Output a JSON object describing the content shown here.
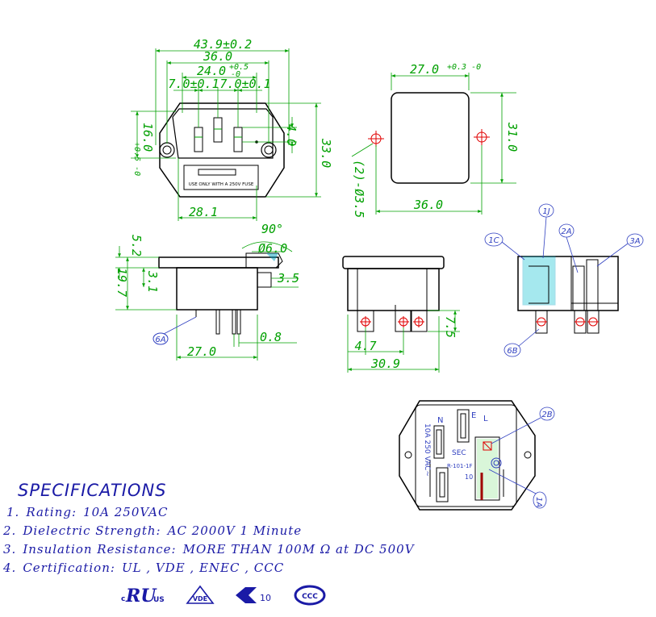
{
  "front_view": {
    "overall_width": "43.9±0.2",
    "mount_span": "36.0",
    "inlet_width": "24.0",
    "inlet_tol_upper": "+0.5",
    "inlet_tol_lower": "-0",
    "pin_pitch_left": "7.0±0.1",
    "pin_pitch_right": "7.0±0.1",
    "body_height": "33.0",
    "inlet_height": "16.0",
    "inlet_height_tol": "+0.5 -0",
    "pin_offset": "4.0",
    "lower_width": "28.1",
    "fuse_warning": "USE ONLY WITH A 250V FUSE"
  },
  "panel_cutout": {
    "cutout_width": "27.0",
    "cutout_tol": "+0.3 -0",
    "cutout_height": "31.0",
    "hole_spacing": "36.0",
    "hole_label": "(2)-Ø3.5"
  },
  "side_view": {
    "angle": "90°",
    "hole_dia": "Ø6.0",
    "flange": "5.2",
    "flange2": "3.1",
    "height": "19.7",
    "step": "3.5",
    "depth": "27.0",
    "pin_thickness": "0.8",
    "callout": "6A"
  },
  "rear_view": {
    "terminal_height": "7.5",
    "terminal_offset": "4.7",
    "overall_width": "30.9"
  },
  "section_view": {
    "callouts": [
      "1C",
      "1J",
      "2A",
      "3A",
      "6B"
    ]
  },
  "bottom_view": {
    "labels": {
      "neutral": "N",
      "earth": "E",
      "live": "L",
      "rating": "10A 250 VAC~",
      "model": "R-101-1F",
      "brand": "SEC",
      "enec_num": "10"
    },
    "callouts": [
      "2B",
      "1A"
    ]
  },
  "specifications": {
    "title": "SPECIFICATIONS",
    "items": [
      {
        "num": "1.",
        "label": "Rating:",
        "value": "10A 250VAC"
      },
      {
        "num": "2.",
        "label": "Dielectric Strength:",
        "value": "AC 2000V 1 Minute"
      },
      {
        "num": "3.",
        "label": "Insulation Resistance:",
        "value": "MORE THAN 100M Ω at DC 500V"
      },
      {
        "num": "4.",
        "label": "Certification:",
        "value": "UL , VDE , ENEC , CCC"
      }
    ]
  },
  "certifications": [
    {
      "icon": "ul-icon",
      "text": "US"
    },
    {
      "icon": "vde-icon",
      "text": "VDE"
    },
    {
      "icon": "enec-icon",
      "text": "10"
    },
    {
      "icon": "ccc-icon",
      "text": "CCC"
    }
  ],
  "colors": {
    "outline": "#000000",
    "dimension": "#00a000",
    "callout": "#3040c0",
    "section_fill": "#00c0d0",
    "marker": "#e00000",
    "spec_text": "#1a1aa6"
  }
}
